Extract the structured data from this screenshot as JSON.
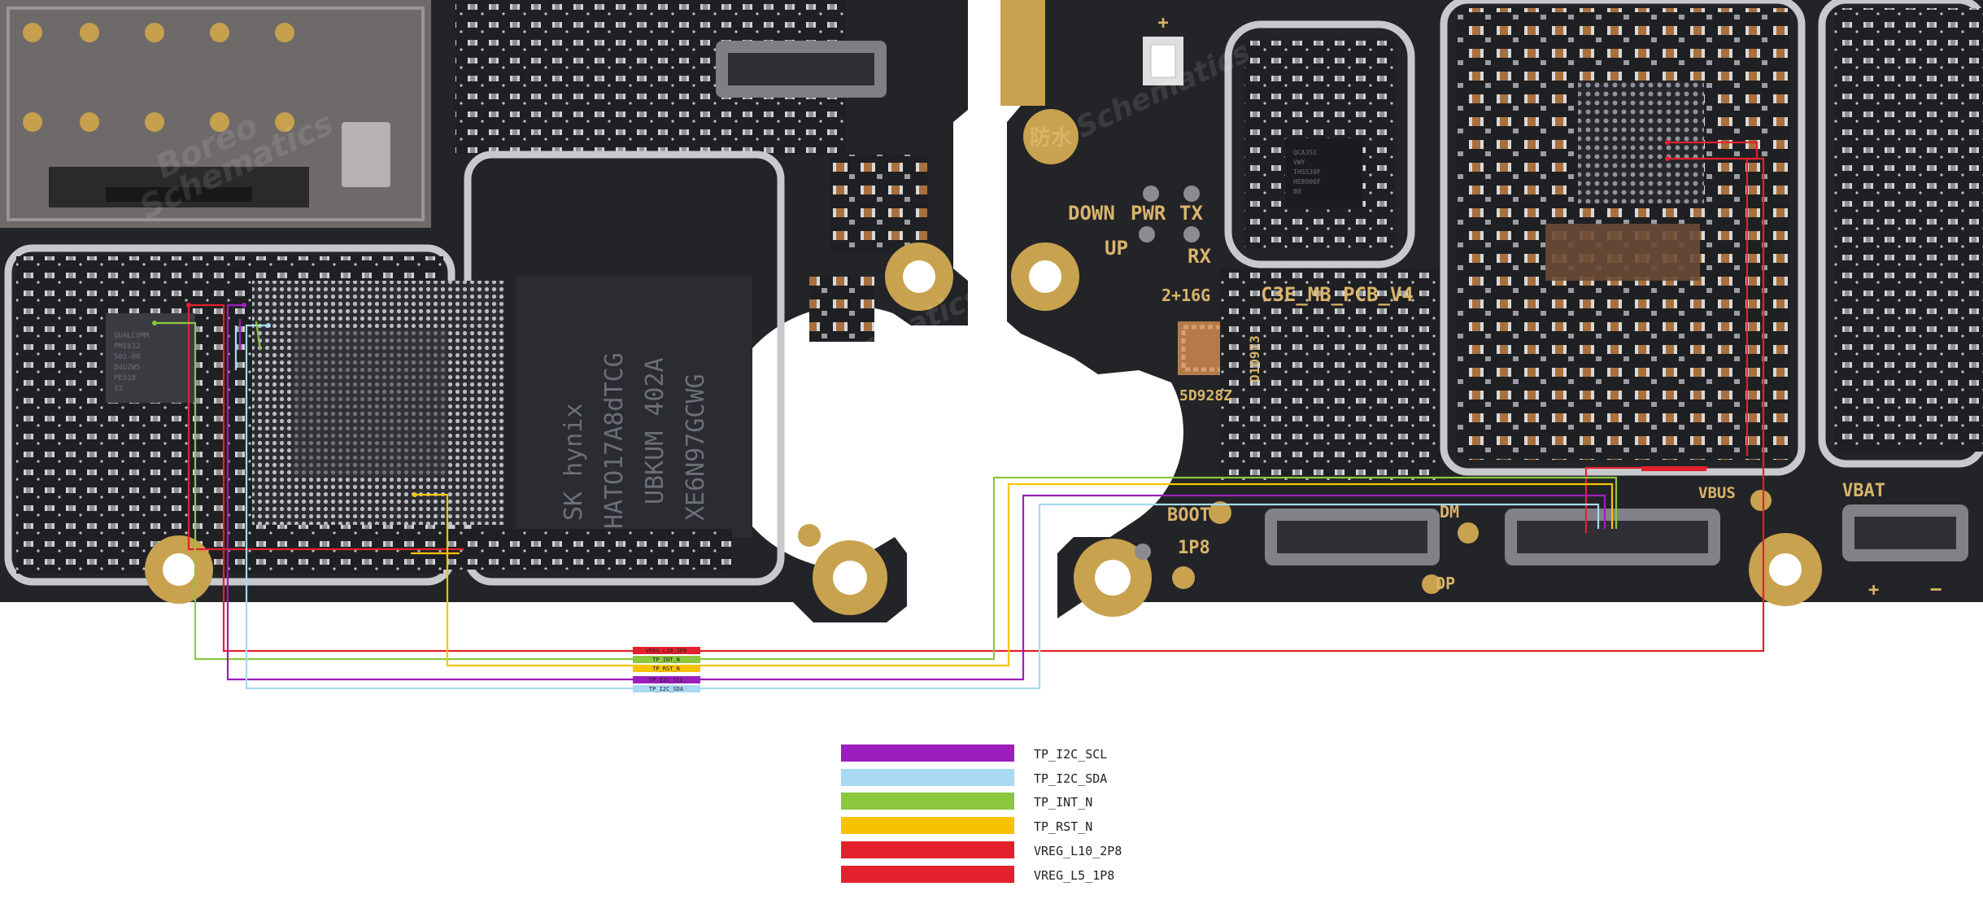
{
  "board": {
    "silkscreen": {
      "down": "DOWN",
      "pwr": "PWR",
      "tx": "TX",
      "up": "UP",
      "rx": "RX",
      "waterproof": "防水",
      "plus_top": "+",
      "memory": "2+16G",
      "pcb_name": "C3E_MB_PCB_V4",
      "qr_code_id": "5D928Z",
      "side_code": "O1O973",
      "boot": "BOOT",
      "v1p8": "1P8",
      "dm": "DM",
      "dp": "DP",
      "vbus": "VBUS",
      "vbat": "VBAT",
      "bat_plus": "+",
      "bat_minus": "−"
    },
    "chips": {
      "pmic": [
        "QUALCOMM",
        "PMI632",
        "502-00",
        "D4UZWS",
        "PE518",
        "13"
      ],
      "memory": [
        "SK hynix",
        "HATO17A8dTCG",
        "UBKUM 402A",
        "XE6N97GCWG"
      ],
      "small_ic": [
        "QCA3S1",
        "VWY",
        "THSS39F",
        "HE8906F",
        "80"
      ]
    },
    "watermark": [
      "Boreo",
      "Schematics"
    ]
  },
  "colors": {
    "TP_I2C_SCL": "#9b1fbc",
    "TP_I2C_SDA": "#a9d9f3",
    "TP_INT_N": "#8dc63f",
    "TP_RST_N": "#f7c300",
    "VREG_L10_2P8": "#e3212d",
    "VREG_L5_1P8": "#e3212d",
    "pcb": "#202124",
    "gold": "#c8a24e"
  },
  "legend": [
    {
      "label": "TP_I2C_SCL",
      "color": "#9b1fbc"
    },
    {
      "label": "TP_I2C_SDA",
      "color": "#a9d9f3"
    },
    {
      "label": "TP_INT_N",
      "color": "#8dc63f"
    },
    {
      "label": "TP_RST_N",
      "color": "#f7c300"
    },
    {
      "label": "VREG_L10_2P8",
      "color": "#e3212d"
    },
    {
      "label": "VREG_L5_1P8",
      "color": "#e3212d"
    }
  ],
  "tags": [
    {
      "label": "VREG_L10_2P8",
      "color": "#e3212d"
    },
    {
      "label": "TP_INT_N",
      "color": "#8dc63f"
    },
    {
      "label": "TP_RST_N",
      "color": "#f7c300"
    },
    {
      "label": "TP_I2C_SCL",
      "color": "#9b1fbc"
    },
    {
      "label": "TP_I2C_SDA",
      "color": "#a9d9f3"
    }
  ]
}
